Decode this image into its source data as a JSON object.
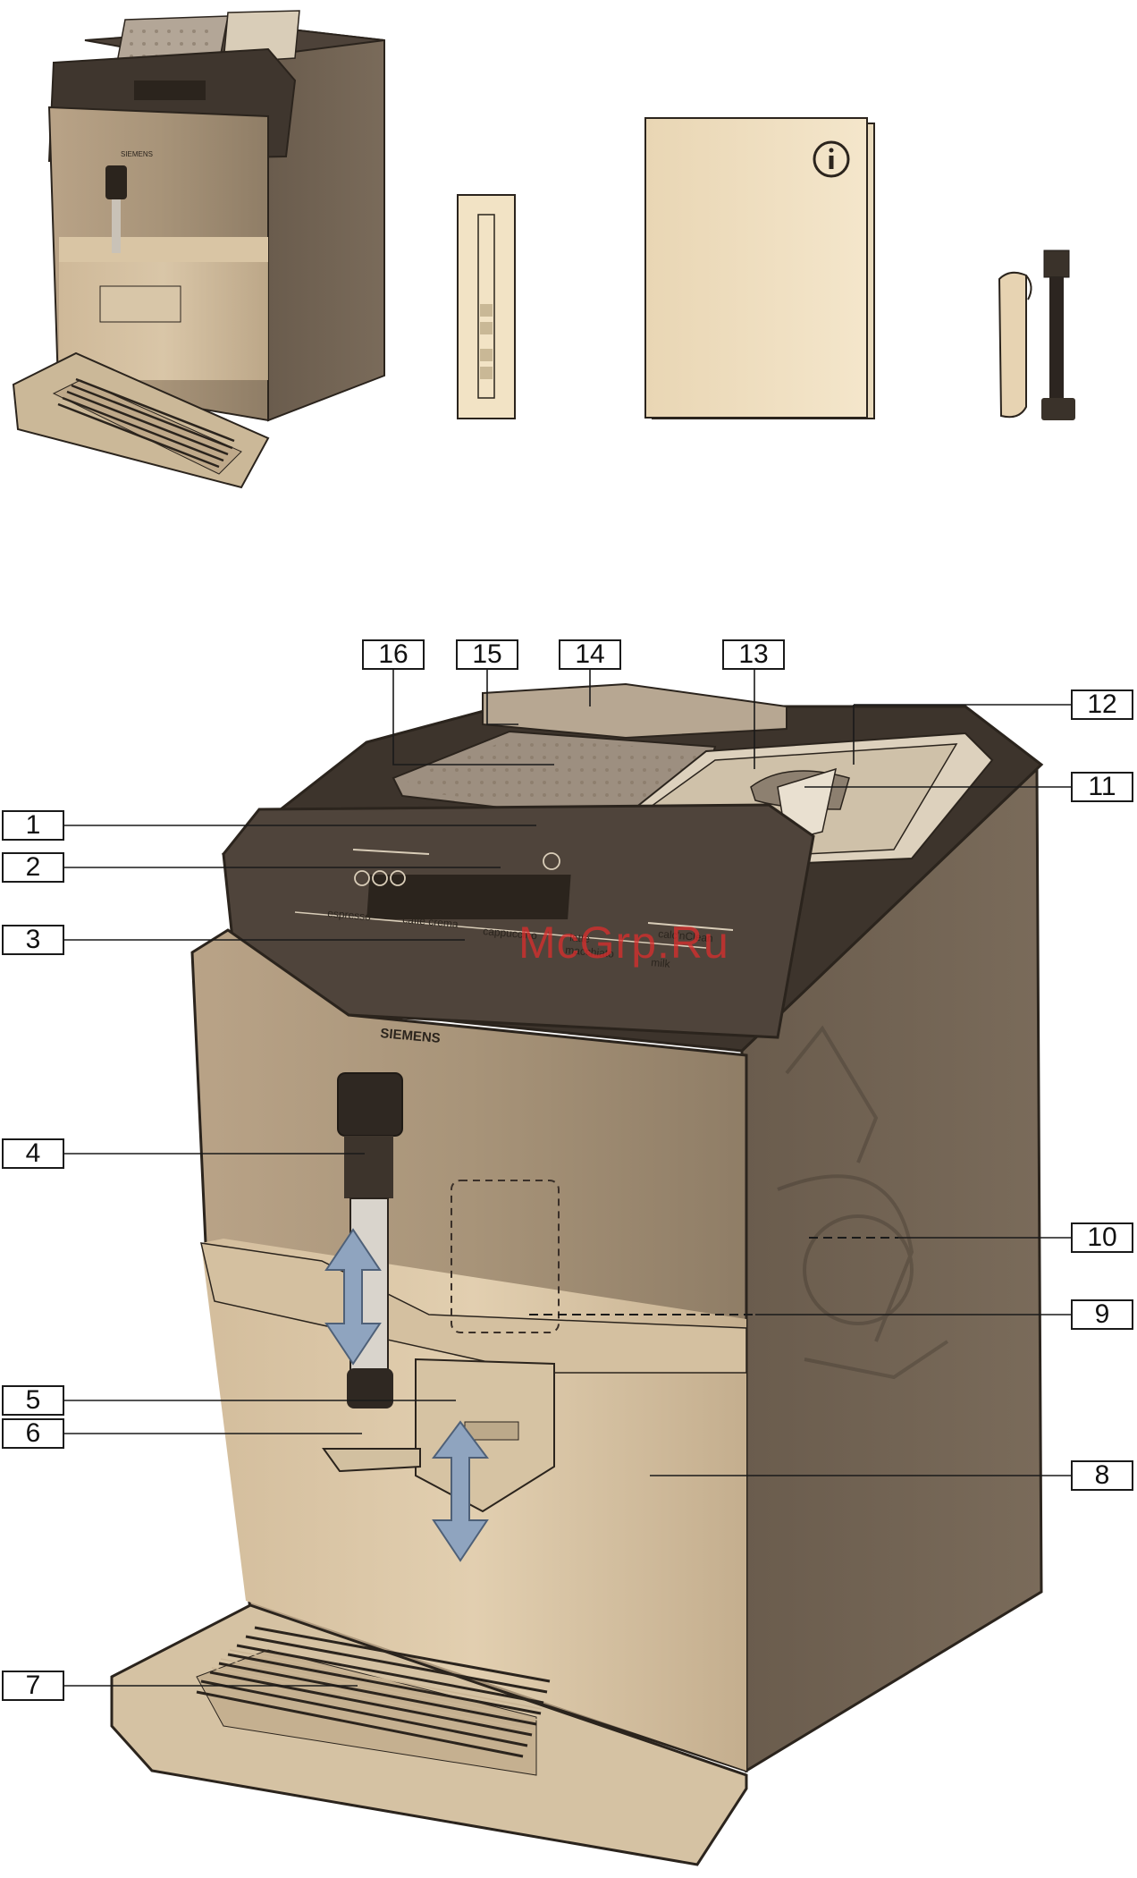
{
  "brand": "SIEMENS",
  "panel_labels": {
    "espresso": "espresso",
    "caffe_crema": "caffe crema",
    "cappuccino": "cappuccino",
    "latte_macchiato_1": "latte",
    "latte_macchiato_2": "macchiato",
    "milk": "milk",
    "calc_n_clean": "calc'nClean"
  },
  "watermark": "McGrp.Ru",
  "info_icon": "info-circle-icon",
  "callouts": [
    "1",
    "2",
    "3",
    "4",
    "5",
    "6",
    "7",
    "8",
    "9",
    "10",
    "11",
    "12",
    "13",
    "14",
    "15",
    "16"
  ],
  "colors": {
    "body_front": "#a49178",
    "body_front_light": "#cdb797",
    "panel_dark": "#4a4038",
    "side": "#6e5f50",
    "arrow": "#8fa4bf",
    "tray": "#d6c5a7"
  }
}
